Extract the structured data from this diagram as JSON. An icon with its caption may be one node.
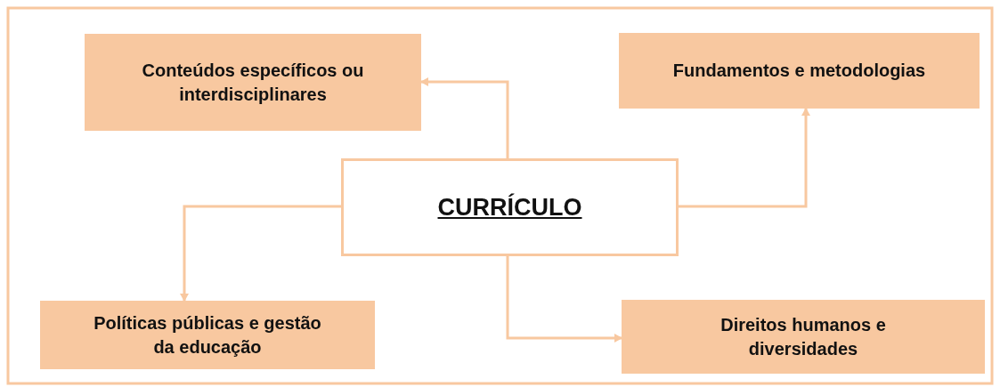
{
  "diagram": {
    "nodes": [
      {
        "text": [
          "Conteúdos específicos ou interdisciplinares"
        ]
      },
      {
        "text": [
          "Fundamentos e metodologias"
        ]
      },
      {
        "text": [
          "CURRÍCULO"
        ]
      },
      {
        "text": [
          "Políticas públicas e gestão da educação"
        ]
      },
      {
        "text": [
          "Direitos humanos e diversidades"
        ]
      }
    ],
    "edges": [
      {
        "from": 2,
        "to": 0,
        "arrow": "to"
      },
      {
        "from": 2,
        "to": 1,
        "arrow": "to"
      },
      {
        "from": 2,
        "to": 3,
        "arrow": "to"
      },
      {
        "from": 2,
        "to": 4,
        "arrow": "to"
      }
    ]
  }
}
